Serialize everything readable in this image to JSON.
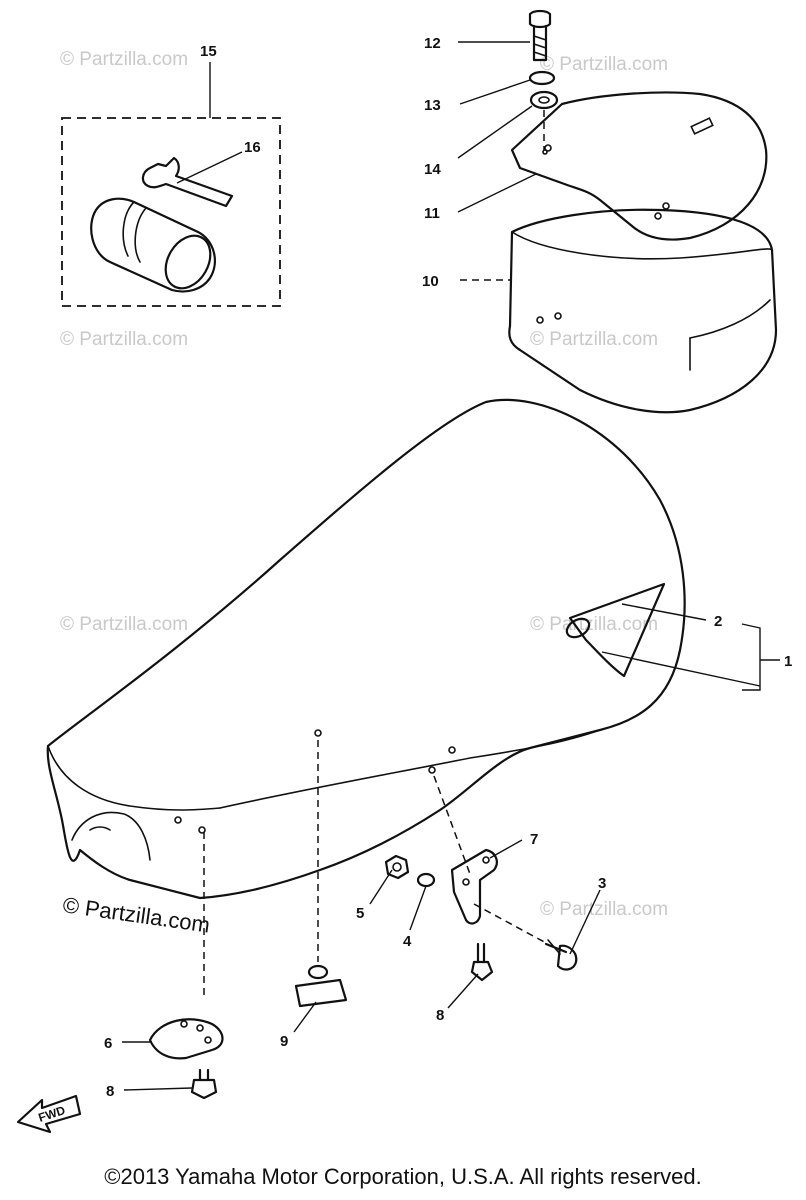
{
  "watermark": "© Partzilla.com",
  "watermark_dark": "© Partzilla.com",
  "copyright": "©2013 Yamaha Motor Corporation, U.S.A. All rights reserved.",
  "direction_label": "FWD",
  "callouts": {
    "c1": "1",
    "c2": "2",
    "c3": "3",
    "c4": "4",
    "c5": "5",
    "c6": "6",
    "c7": "7",
    "c8a": "8",
    "c8b": "8",
    "c9": "9",
    "c10": "10",
    "c11": "11",
    "c12": "12",
    "c13": "13",
    "c14": "14",
    "c15": "15",
    "c16": "16"
  }
}
